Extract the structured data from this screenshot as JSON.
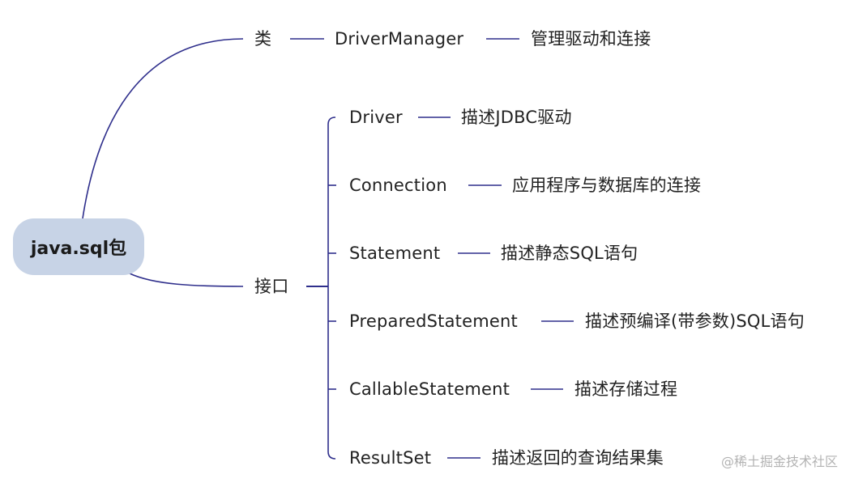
{
  "root": {
    "label": "java.sql包"
  },
  "branches": [
    {
      "label": "类",
      "children": [
        {
          "name": "DriverManager",
          "desc": "管理驱动和连接"
        }
      ]
    },
    {
      "label": "接口",
      "children": [
        {
          "name": "Driver",
          "desc": "描述JDBC驱动"
        },
        {
          "name": "Connection",
          "desc": "应用程序与数据库的连接"
        },
        {
          "name": "Statement",
          "desc": "描述静态SQL语句"
        },
        {
          "name": "PreparedStatement",
          "desc": "描述预编译(带参数)SQL语句"
        },
        {
          "name": "CallableStatement",
          "desc": "描述存储过程"
        },
        {
          "name": "ResultSet",
          "desc": "描述返回的查询结果集"
        }
      ]
    }
  ],
  "watermark": "@稀土掘金技术社区",
  "colors": {
    "line": "#2f2f8c",
    "root_bg": "#c7d3e6",
    "text": "#222222",
    "watermark": "#b3b3b3"
  }
}
